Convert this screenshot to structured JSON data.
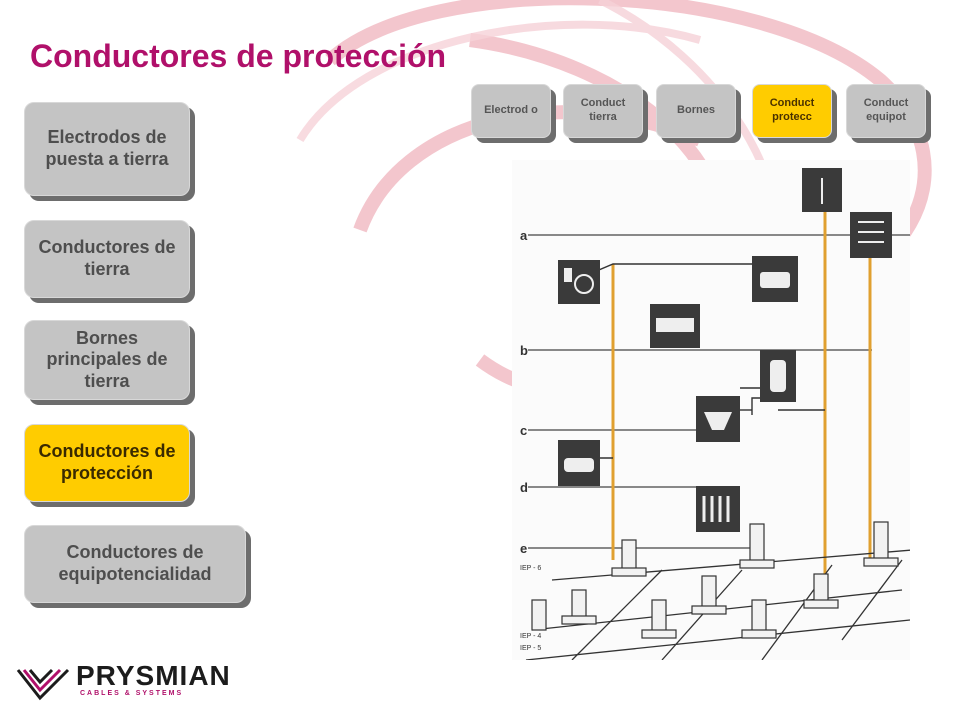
{
  "title": "Conductores de protección",
  "colors": {
    "title": "#b0106a",
    "button": "#c4c4c4",
    "active": "#ffcc00",
    "swirl": "#f2c0c8",
    "conductor": "#e0a030"
  },
  "sidebar": {
    "items": [
      {
        "label": "Electrodos de puesta a tierra",
        "active": false
      },
      {
        "label": "Conductores de tierra",
        "active": false
      },
      {
        "label": "Bornes principales de tierra",
        "active": false
      },
      {
        "label": "Conductores de protección",
        "active": true
      },
      {
        "label": "Conductores de equipotencialidad",
        "active": false
      }
    ]
  },
  "tabs": [
    {
      "label": "Electrod o",
      "active": false
    },
    {
      "label": "Conduct tierra",
      "active": false
    },
    {
      "label": "Bornes",
      "active": false
    },
    {
      "label": "Conduct protecc",
      "active": true
    },
    {
      "label": "Conduct equipot",
      "active": false
    }
  ],
  "diagram": {
    "floor_labels": [
      "a",
      "b",
      "c",
      "d",
      "e"
    ],
    "iep_labels": [
      "IEP - 6",
      "IEP - 4",
      "IEP - 5"
    ],
    "icons": [
      "electrical-panel-icon",
      "lightning-rod-icon",
      "washing-machine-icon",
      "dryer-icon",
      "bathtub-icon",
      "water-heater-icon",
      "sink-icon",
      "boiler-icon",
      "radiator-icon"
    ]
  },
  "logo": {
    "name": "PRYSMIAN",
    "subtitle": "CABLES & SYSTEMS"
  }
}
